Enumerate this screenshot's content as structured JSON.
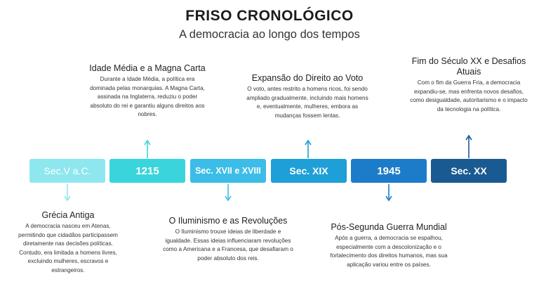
{
  "header": {
    "title": "FRISO CRONOLÓGICO",
    "subtitle": "A democracia ao longo dos tempos"
  },
  "colors": {
    "box1": "#8ee7ee",
    "box2": "#3ad5dc",
    "box3": "#3cbde8",
    "box4": "#1f9fd7",
    "box5": "#1d7cc9",
    "box6": "#1a5a92"
  },
  "timeline": [
    {
      "label": "Sec.V a.C.",
      "title": "Grécia Antiga",
      "text": "A democracia nasceu em Atenas, permitindo que cidadãos participassem diretamente nas decisões políticas. Contudo, era limitada a homens livres, excluindo mulheres, escravos e estrangeiros."
    },
    {
      "label": "1215",
      "title": "Idade Média e a Magna Carta",
      "text": "Durante a Idade Média, a política era dominada pelas monarquias. A Magna Carta, assinada na Inglaterra, reduziu o poder absoluto do rei e garantiu alguns direitos aos nobres."
    },
    {
      "label": "Sec. XVII e XVIII",
      "title": "O Iluminismo e as Revoluções",
      "text": "O Iluminismo trouxe ideias de liberdade e igualdade. Essas ideias influenciaram revoluções como a Americana e a Francesa, que desafiaram o poder absoluto dos reis."
    },
    {
      "label": "Sec. XIX",
      "title": "Expansão do Direito ao Voto",
      "text": "O voto, antes restrito a homens ricos, foi sendo ampliado gradualmente, incluindo mais homens e, eventualmente, mulheres, embora as mudanças fossem lentas."
    },
    {
      "label": "1945",
      "title": "Pós-Segunda Guerra Mundial",
      "text": "Após a guerra, a democracia se espalhou, especialmente com a descolonização e o fortalecimento dos direitos humanos, mas sua aplicação variou entre os países."
    },
    {
      "label": "Sec. XX",
      "title": "Fim do Século XX e Desafios Atuais",
      "text": "Com o fim da Guerra Fria, a democracia expandiu-se, mas enfrenta novos desafios, como desigualdade, autoritarismo e o impacto da tecnologia na política."
    }
  ]
}
